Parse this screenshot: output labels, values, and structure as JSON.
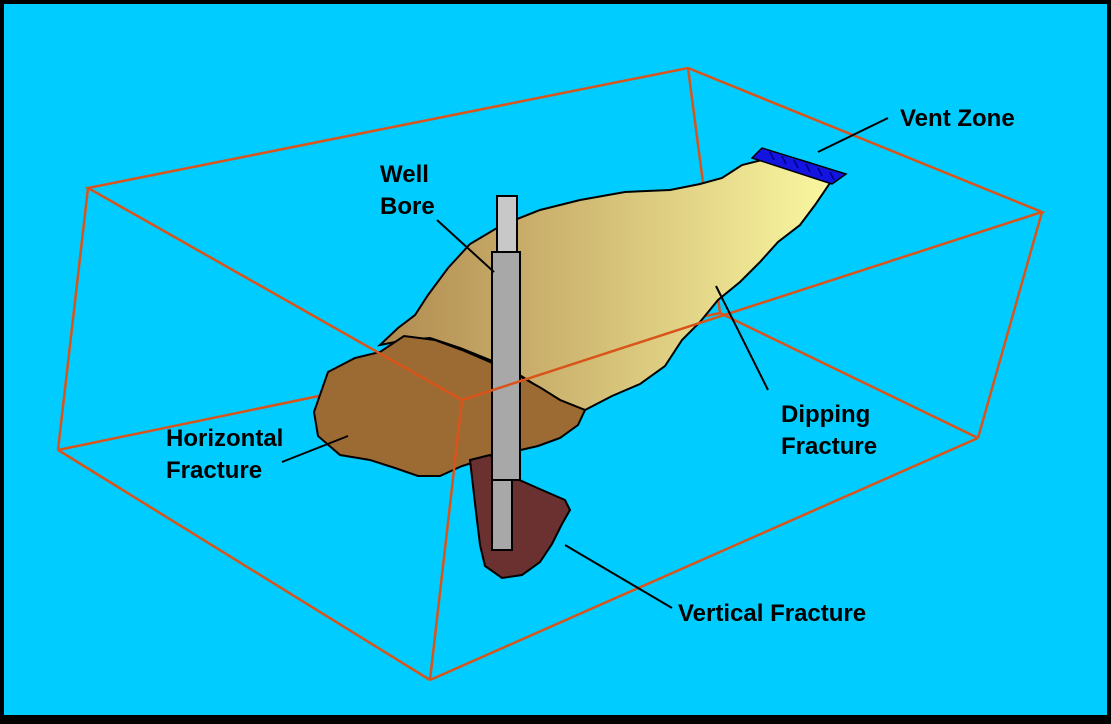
{
  "diagram": {
    "background_color": "#00CCFF",
    "frame_color": "#000000",
    "box_edge_color": "#D9541A",
    "labels": {
      "vent_zone": "Vent Zone",
      "well_line1": "Well",
      "well_line2": "Bore",
      "dipping_line1": "Dipping",
      "dipping_line2": "Fracture",
      "horizontal_line1": "Horizontal",
      "horizontal_line2": "Fracture",
      "vertical": "Vertical Fracture"
    },
    "colors": {
      "dipping_fracture_light": "#FAF7A0",
      "dipping_fracture_dark": "#B08A50",
      "horizontal_fracture": "#9C6A33",
      "vertical_fracture": "#6B3030",
      "vent_zone": "#1414E0",
      "well_bore": "#A8A8A8",
      "well_bore_cap": "#C8C8C8"
    }
  }
}
